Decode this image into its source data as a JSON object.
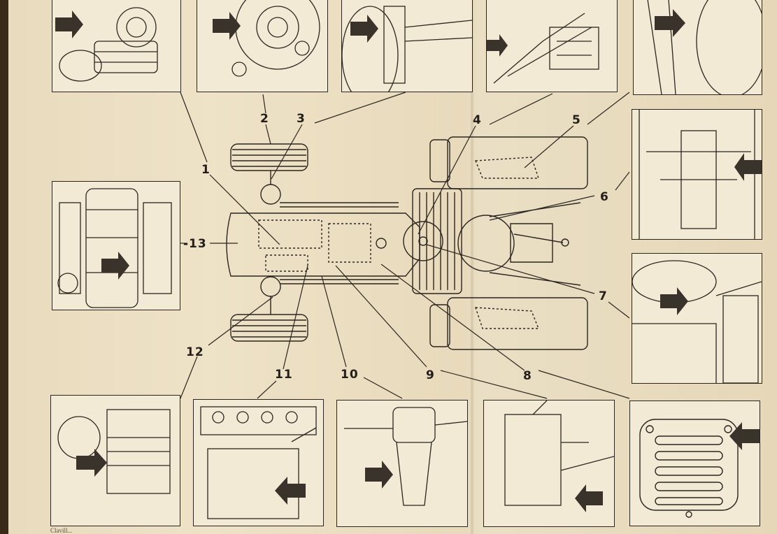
{
  "callouts": {
    "c1": "1",
    "c2": "2",
    "c3": "3",
    "c4": "4",
    "c5": "5",
    "c6": "6",
    "c7": "7",
    "c8": "8",
    "c9": "9",
    "c10": "10",
    "c11": "11",
    "c12": "12",
    "c13": "-13"
  },
  "footer": {
    "caption": "Clavill..."
  },
  "colors": {
    "paper": "#eadcbf",
    "ink": "#231e19",
    "panel": "#f3ead5"
  },
  "icons": [
    "pointer-arrow-icon"
  ]
}
